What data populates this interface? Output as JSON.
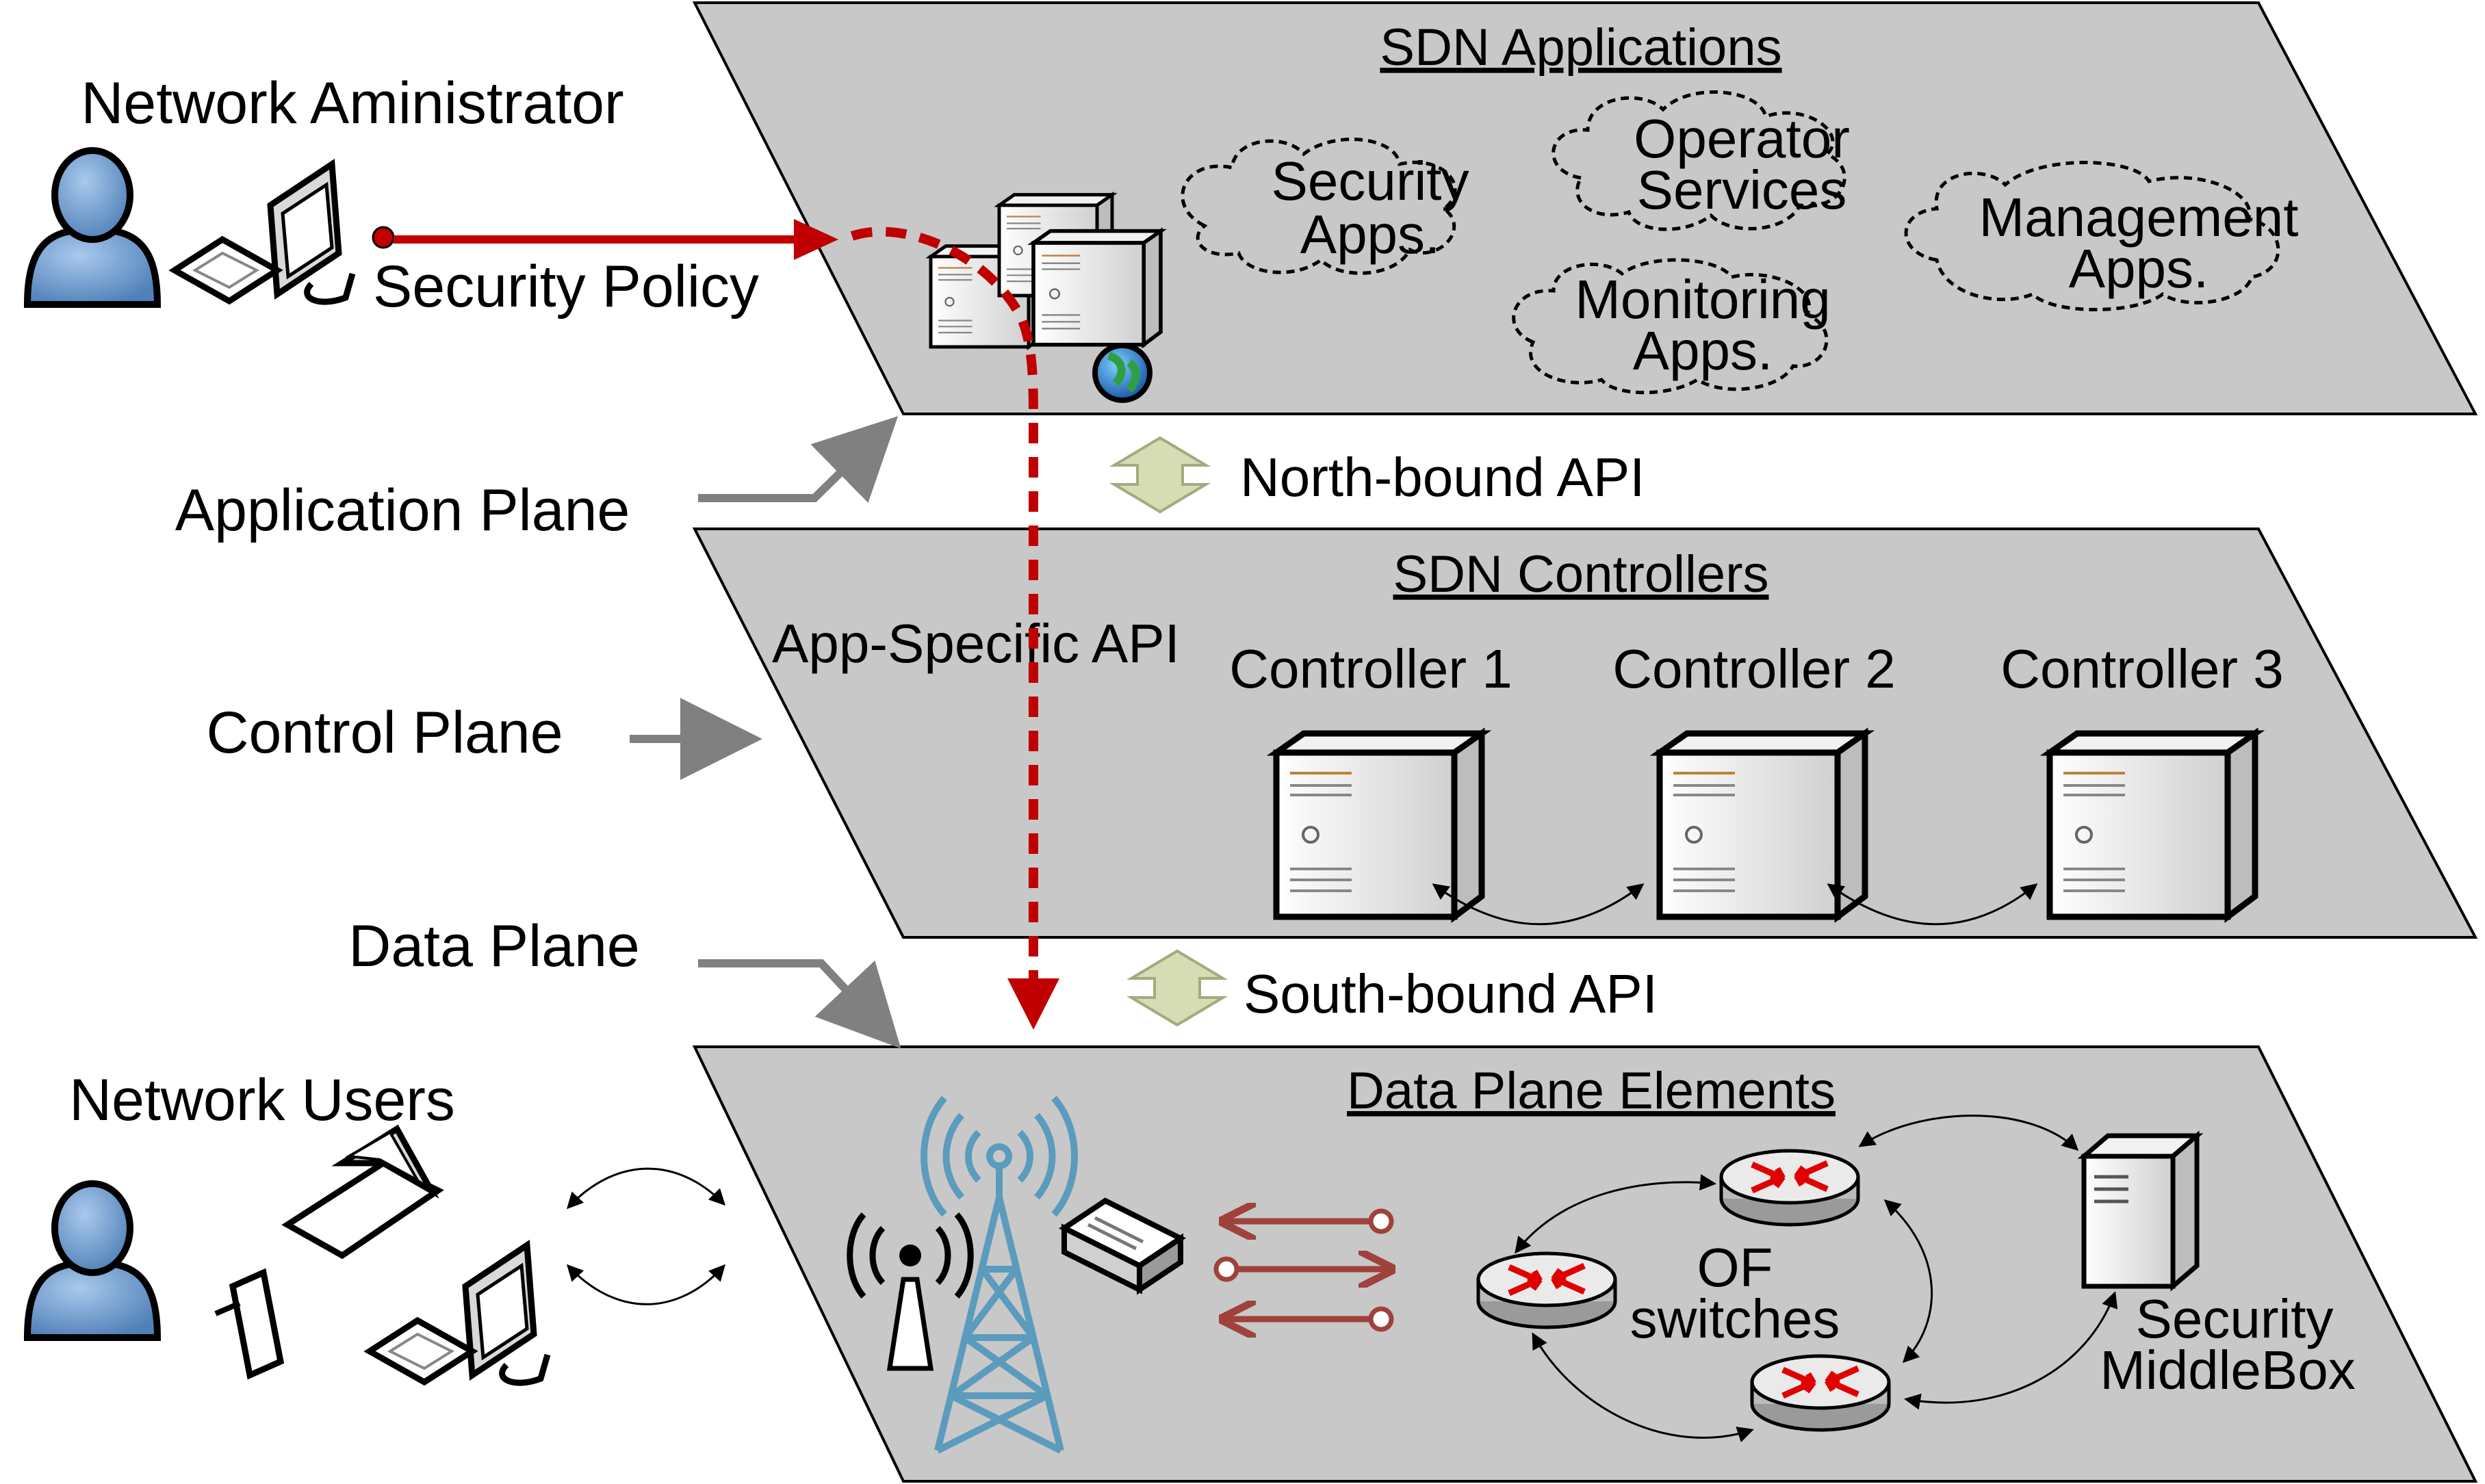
{
  "labels": {
    "network_admin": "Network Aministrator",
    "security_policy": "Security Policy",
    "application_plane": "Application Plane",
    "control_plane": "Control Plane",
    "data_plane": "Data Plane",
    "network_users": "Network Users",
    "north_api": "North-bound API",
    "south_api": "South-bound API",
    "app_specific_api": "App-Specific API"
  },
  "app_plane": {
    "title": "SDN  Applications",
    "clouds": {
      "security": [
        "Security",
        "Apps."
      ],
      "operator": [
        "Operator",
        "Services"
      ],
      "management": [
        "Management",
        "Apps."
      ],
      "monitoring": [
        "Monitoring",
        "Apps."
      ]
    }
  },
  "control_plane": {
    "title": "SDN Controllers",
    "controllers": [
      "Controller 1",
      "Controller 2",
      "Controller 3"
    ]
  },
  "data_plane": {
    "title": "Data Plane Elements",
    "switches": [
      "OF",
      "switches"
    ],
    "middlebox": [
      "Security",
      "MiddleBox"
    ]
  },
  "colors": {
    "plane_fill": "#c8c8c8",
    "policy_red": "#c00000",
    "arrow_gray": "#808080",
    "api_arrow": "#d6dcb4",
    "link_brown": "#a0413c",
    "person_blue": "#6f9fd0",
    "tower_blue": "#5b9bbd"
  }
}
